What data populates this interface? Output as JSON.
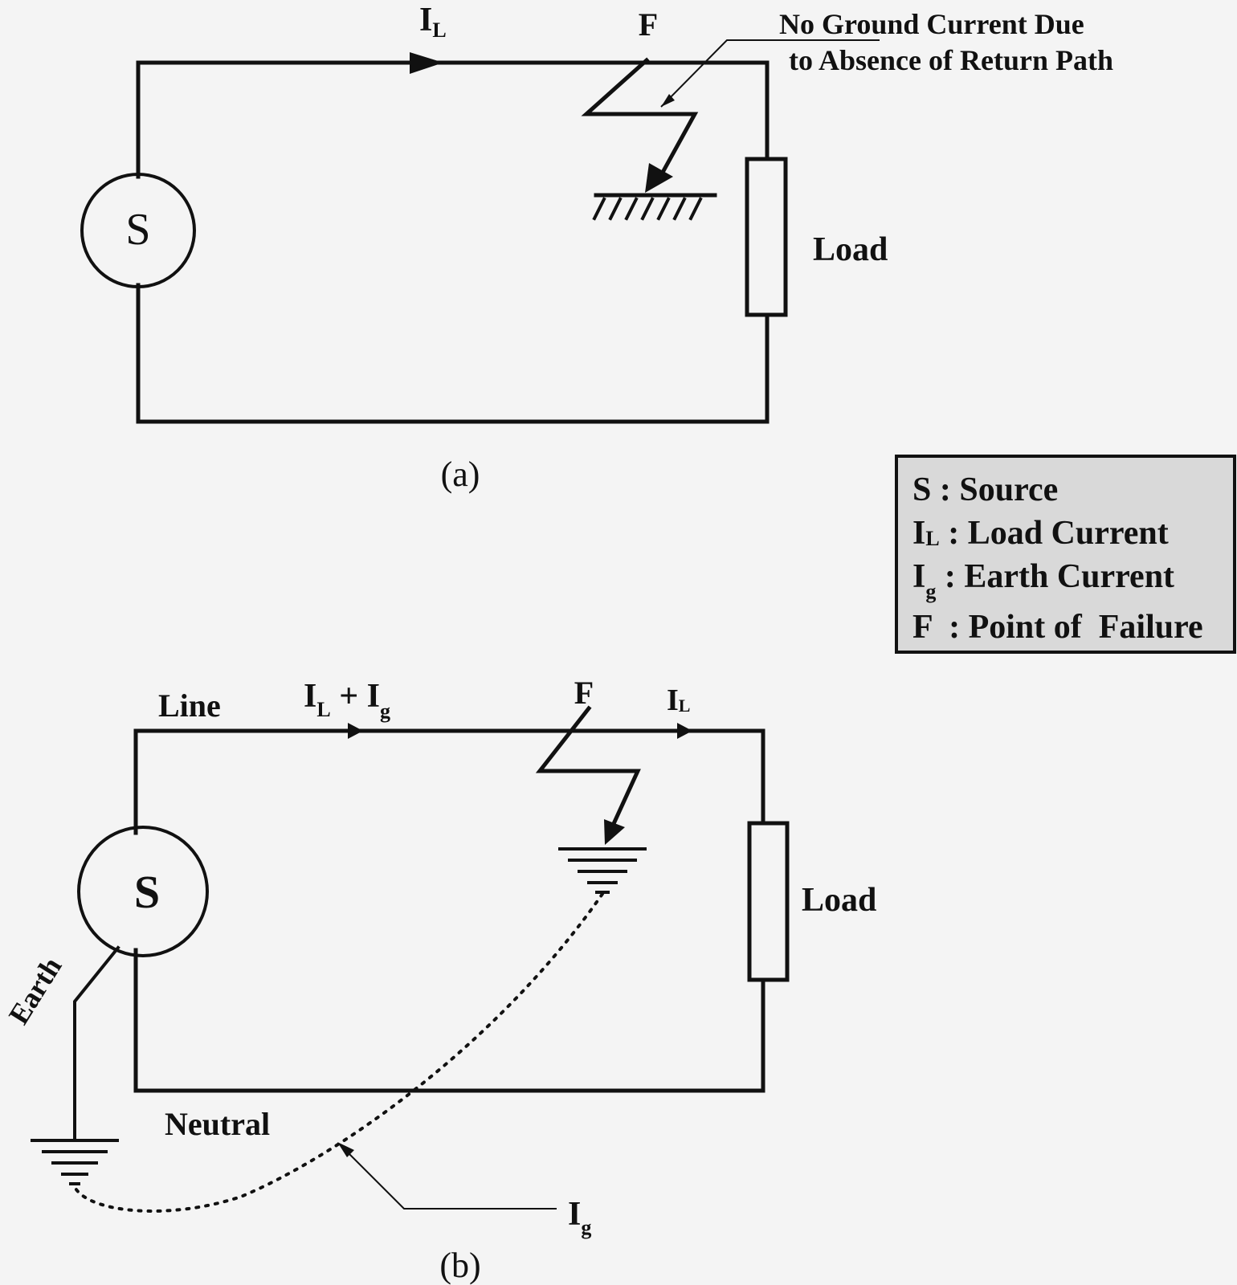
{
  "diagram_a": {
    "current_label": "I",
    "current_sub": "L",
    "fault_label": "F",
    "note_line1": "No Ground Current Due",
    "note_line2": "to Absence of Return Path",
    "source_label": "S",
    "load_label": "Load",
    "caption": "(a)"
  },
  "legend": {
    "row1": {
      "sym": "S",
      "sub": "",
      "text": " : Source"
    },
    "row2": {
      "sym": "I",
      "sub": "L",
      "text": " : Load Current"
    },
    "row3": {
      "sym": "I",
      "sub": "g",
      "text": " : Earth Current"
    },
    "row4": {
      "sym": "F",
      "sub": "",
      "text": "  : Point of  Failure"
    }
  },
  "diagram_b": {
    "line_label": "Line",
    "sum_I1": "I",
    "sum_sub1": "L",
    "sum_plus": " + I",
    "sum_sub2": "g",
    "fault_label": "F",
    "load_current": "I",
    "load_current_sub": "L",
    "source_label": "S",
    "earth_label": "Earth",
    "neutral_label": "Neutral",
    "load_label": "Load",
    "ig_label": "I",
    "ig_sub": "g",
    "caption": "(b)"
  },
  "colors": {
    "background": "#f4f4f4",
    "ink": "#111111",
    "legend_fill": "#d9d9d9"
  }
}
